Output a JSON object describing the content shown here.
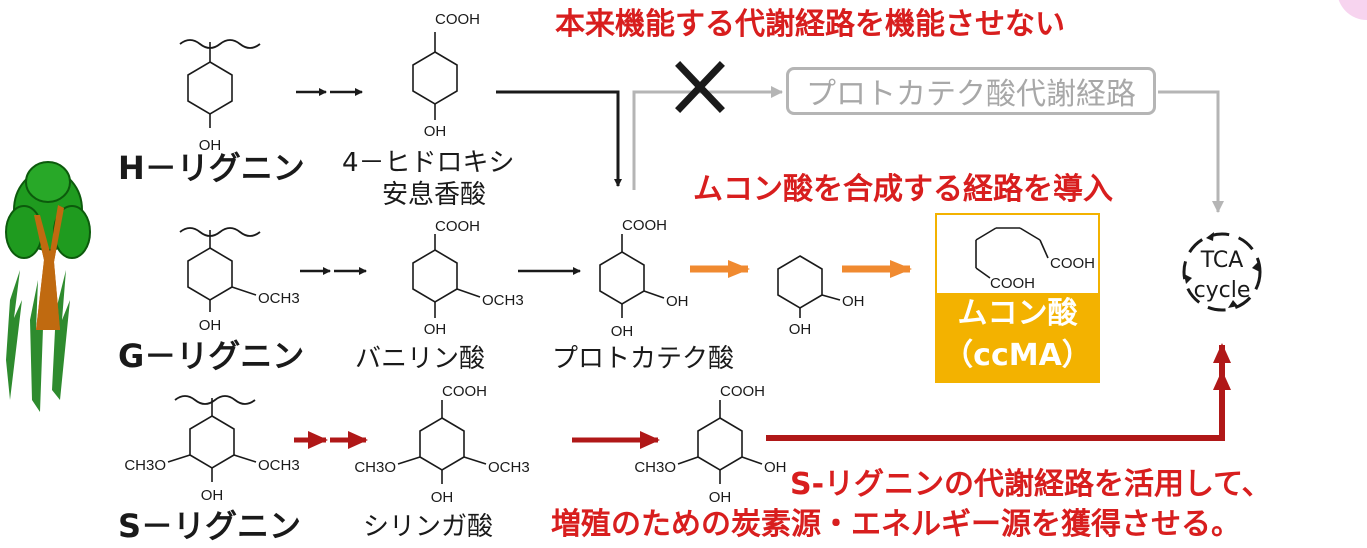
{
  "colors": {
    "red": "#d81e1e",
    "darkred": "#b01818",
    "orange": "#f08a30",
    "grey": "#b5b5b5",
    "gold": "#f3b200"
  },
  "titles": {
    "top": "本来機能する代謝経路を機能させない",
    "middle": "ムコン酸を合成する経路を導入",
    "bottom_line1": "S-リグニンの代謝経路を活用して、",
    "bottom_line2": "増殖のための炭素源・エネルギー源を獲得させる。"
  },
  "lignins": {
    "h": "H－リグニン",
    "g": "G－リグニン",
    "s": "S－リグニン"
  },
  "compounds": {
    "hba_line1": "4－ヒドロキシ",
    "hba_line2": "安息香酸",
    "vanillic": "バニリン酸",
    "protocatechuic": "プロトカテク酸",
    "syringic": "シリンガ酸"
  },
  "grey_pathway": "プロトカテク酸代謝経路",
  "ccma": {
    "line1": "ムコン酸",
    "line2": "（ccMA）"
  },
  "tca": {
    "line1": "TCA",
    "line2": "cycle"
  },
  "chem": {
    "cooh": "COOH",
    "oh": "OH",
    "och3": "OCH3",
    "ch3o": "CH3O"
  }
}
